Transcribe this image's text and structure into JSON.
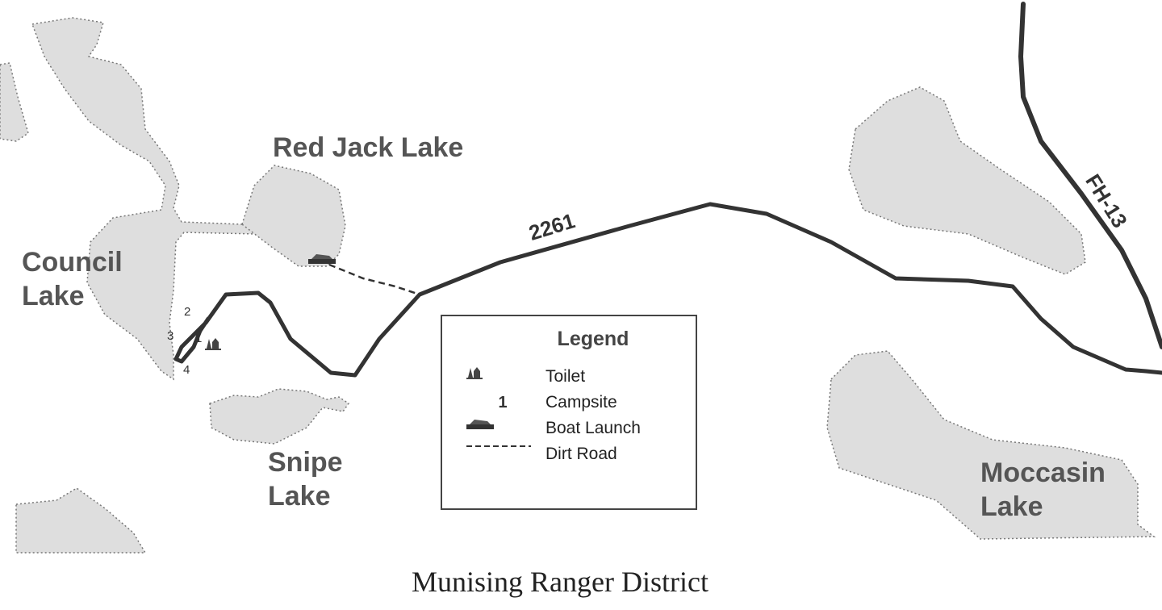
{
  "map": {
    "caption": "Munising Ranger District",
    "lakes": {
      "council": "Council Lake",
      "red_jack": "Red Jack Lake",
      "snipe": "Snipe Lake",
      "moccasin": "Moccasin Lake"
    },
    "roads": {
      "road_2261": "2261",
      "fh13": "FH-13"
    },
    "campsites": [
      "1",
      "2",
      "3",
      "4"
    ],
    "colors": {
      "lake": "#dedede",
      "road": "#333333",
      "label": "#555555"
    }
  },
  "legend": {
    "title": "Legend",
    "items": [
      {
        "icon": "toilet-icon",
        "symbol": "",
        "label": "Toilet"
      },
      {
        "icon": "campsite-number",
        "symbol": "1",
        "label": "Campsite"
      },
      {
        "icon": "boat-launch-icon",
        "symbol": "",
        "label": "Boat Launch"
      },
      {
        "icon": "dirt-road-line",
        "symbol": "",
        "label": "Dirt Road"
      }
    ]
  }
}
